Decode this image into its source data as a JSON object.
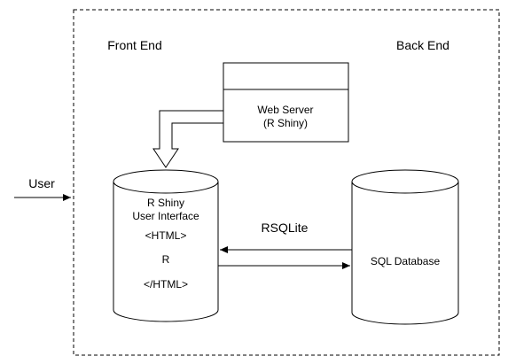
{
  "regions": {
    "front_end_label": "Front End",
    "back_end_label": "Back End"
  },
  "actor": {
    "label": "User"
  },
  "web_server": {
    "line1": "Web Server",
    "line2": "(R Shiny)"
  },
  "ui_store": {
    "line1": "R Shiny",
    "line2": "User Interface",
    "line3": "<HTML>",
    "line4": "R",
    "line5": "</HTML>"
  },
  "database": {
    "label": "SQL Database"
  },
  "connection": {
    "label": "RSQLite"
  },
  "colors": {
    "stroke": "#000000",
    "fill": "#ffffff"
  }
}
